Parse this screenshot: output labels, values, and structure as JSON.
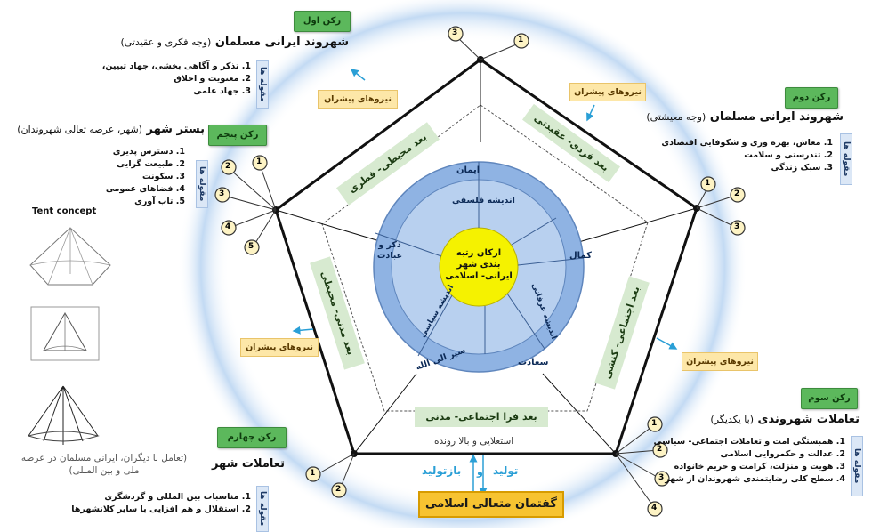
{
  "pillar1": {
    "tag": "رکن اول",
    "title": "شهروند ایرانی مسلمان",
    "subtitle": "(وجه فکری و عقیدتی)",
    "components_label": "مقوله ها",
    "items": [
      "1.  تذکر و آگاهی بخشی، جهاد تبیین،",
      "2.  معنویت و اخلاق",
      "3.  جهاد علمی"
    ]
  },
  "pillar2": {
    "tag": "رکن دوم",
    "title": "شهروند ایرانی مسلمان",
    "subtitle": "(وجه معیشتی)",
    "components_label": "مقوله ها",
    "items": [
      "1.  معاش، بهره وری و شکوفایی اقتصادی",
      "2.  تندرستی و سلامت",
      "3.  سبک زندگی"
    ]
  },
  "pillar3": {
    "tag": "رکن سوم",
    "title": "تعاملات شهروندی",
    "subtitle": "(با یکدیگر)",
    "components_label": "مقوله ها",
    "items": [
      "1.  همبستگی امت و تعاملات اجتماعی- سیاسی",
      "2.  عدالت و حکمروایی اسلامی",
      "3.  هویت و منزلت، کرامت و حریم خانواده",
      "4.  سطح کلی رضایتمندی شهروندان از شهر"
    ]
  },
  "pillar4": {
    "tag": "رکن چهارم",
    "title": "تعاملات شهر",
    "subtitle": "(تعامل با دیگران، ایرانی مسلمان در عرصه ملی و بین المللی)",
    "components_label": "مقوله ها",
    "items": [
      "1.  مناسبات بین المللی و گردشگری",
      "2.  استقلال و هم افزایی با سایر کلانشهرها"
    ]
  },
  "pillar5": {
    "tag": "رکن پنجم",
    "title": "بستر شهر",
    "subtitle": "(شهر، عرصه تعالی شهروندان)",
    "components_label": "مقوله ها",
    "items": [
      "1.  دسترس پذیری",
      "2.  طبیعت گرایی",
      "3.  سکونت",
      "4.  فضاهای عمومی",
      "5.  تاب آوری"
    ]
  },
  "driving_forces": "نیروهای پیشران",
  "dimensions": {
    "individual": "بعد فردی- عقیدتی",
    "environmental": "بعد محیطی- فطری",
    "social": "بعد اجتماعی- کنشی",
    "civil": "بعد مدنی- محیطی",
    "meta_social": "بعد فرا اجتماعی- مدنی"
  },
  "inner_ring": [
    "ایمان",
    "کمال",
    "سعادت",
    "سیر الی الله",
    "ذکر و عبادت"
  ],
  "middle_ring": [
    "اندیشه فلسفی",
    "اندیشه عرفانی",
    "اندیشه سیاسی"
  ],
  "center": "ارکان رتبه بندی شهر ایرانی- اسلامی",
  "bottom": {
    "transcendent": "استعلایی و بالا رونده",
    "production": "تولید",
    "and": "و",
    "reproduction": "بازتولید",
    "discourse": "گفتمان متعالی اسلامی"
  },
  "tent_concept": "Tent concept",
  "markers": [
    "1",
    "2",
    "3",
    "4",
    "5"
  ],
  "colors": {
    "pillar_tag": "#5cb85c",
    "force_box": "#fde7a8",
    "dimension_box": "#d7ead0",
    "center": "#f5f200",
    "ring_outer": "#8fb3e3",
    "ring_inner": "#b8d0ef",
    "discourse": "#f7c331",
    "arrow": "#2a9fd6"
  }
}
